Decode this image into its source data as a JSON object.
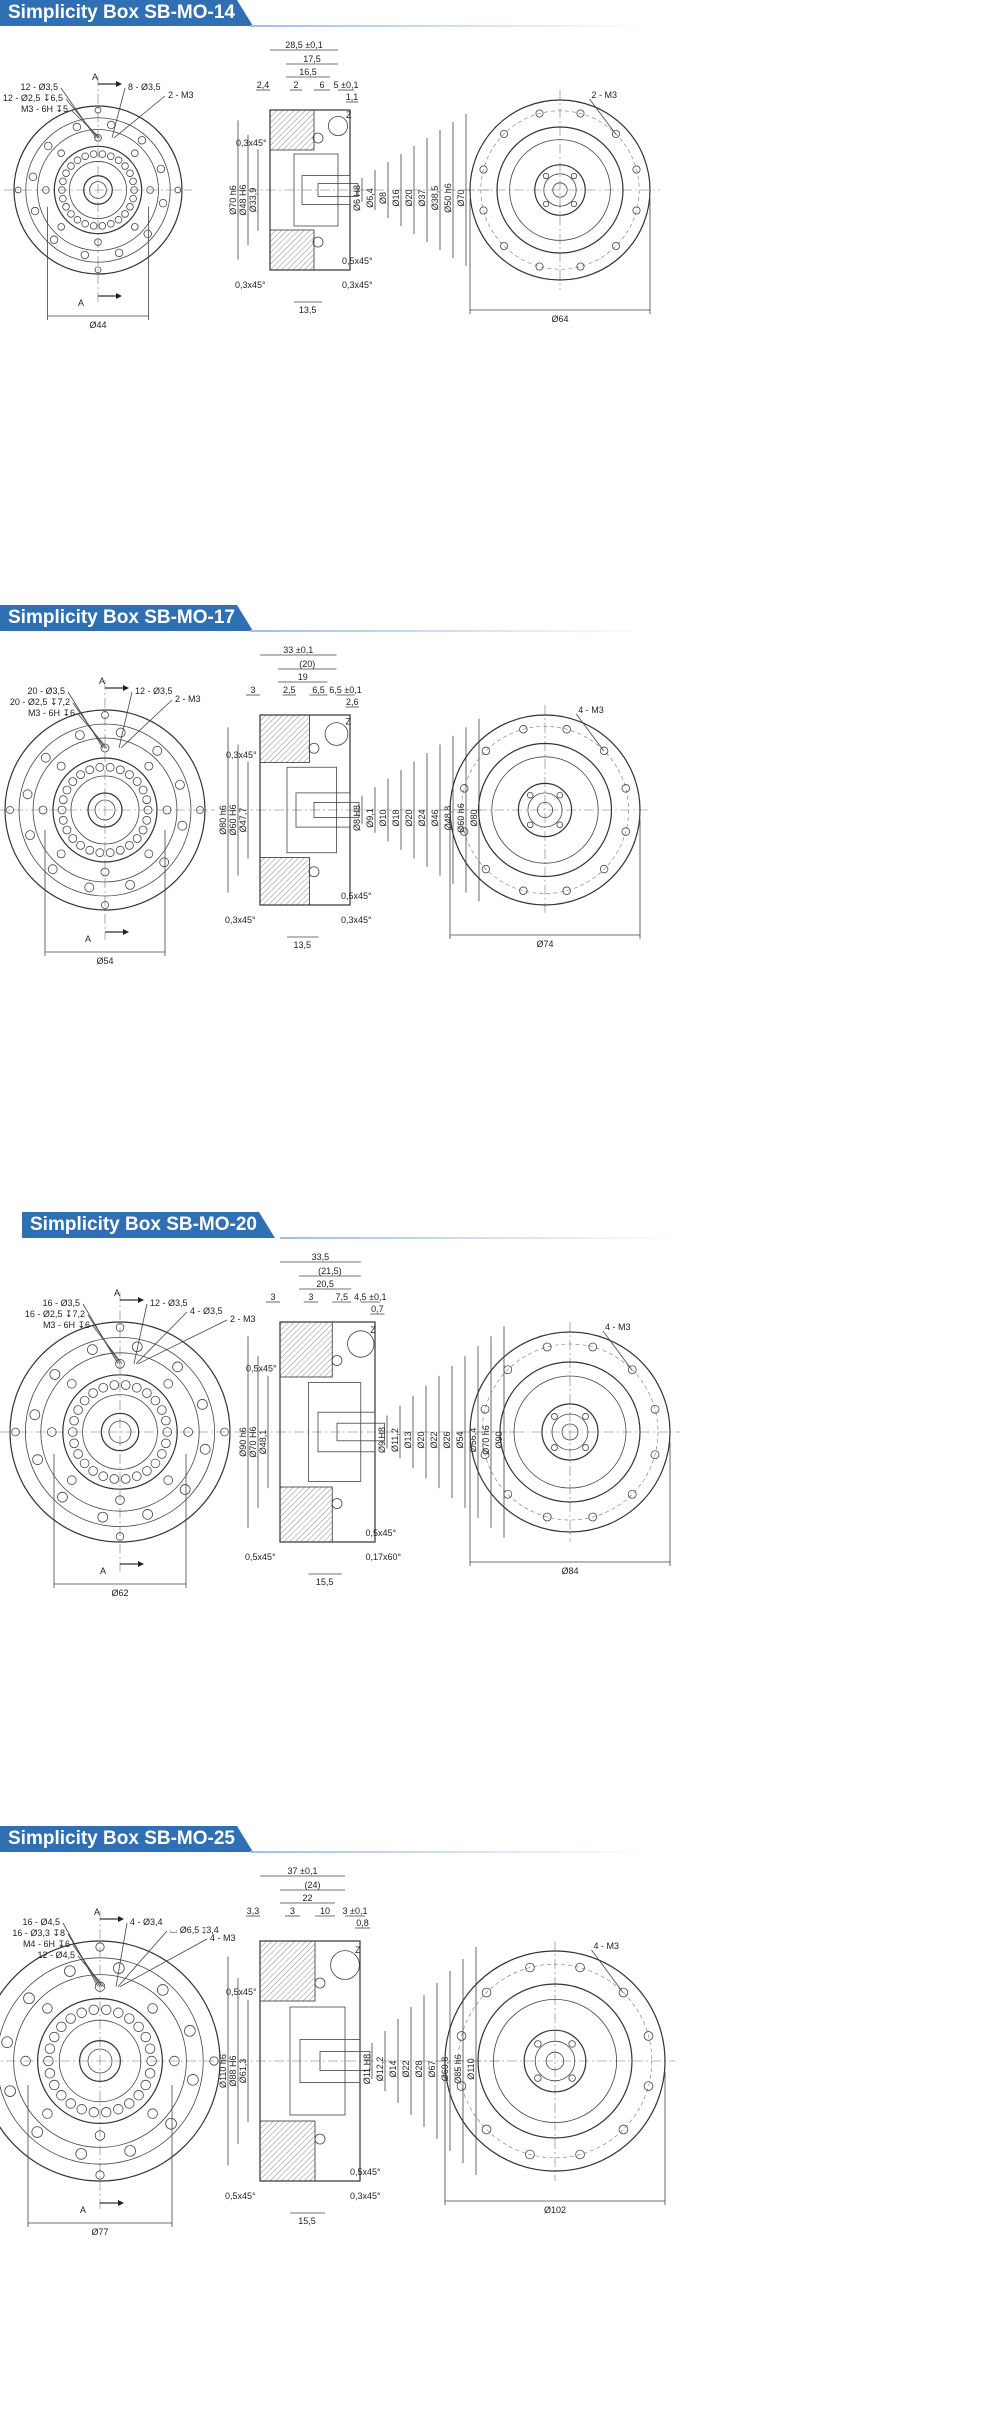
{
  "accent_color": "#2f6fb3",
  "icons": [
    "arrow-a-icon"
  ],
  "sections": [
    {
      "title": "Simplicity Box SB-MO-14",
      "front": {
        "labels": [
          "12 - Ø3,5",
          "12 - Ø2,5 ↧6,5",
          "M3 - 6H ↧5",
          "8 - Ø3,5",
          "2 - M3",
          "A",
          "A"
        ],
        "diameter": "Ø44"
      },
      "side": {
        "top_dims": [
          "28,5 ±0,1",
          "17,5",
          "16,5",
          "2,4",
          "2",
          "6",
          "5 ±0,1",
          "1,1"
        ],
        "left_dims": [
          "0,3x45°",
          "Ø70 h6",
          "Ø48 H6",
          "Ø33,9"
        ],
        "inner_dims": [
          "Ø6 H8",
          "Ø6,4",
          "Ø8",
          "Ø16",
          "Ø20",
          "Ø37",
          "Ø38,5",
          "Ø50 h6",
          "Ø70"
        ],
        "bottom_dims": [
          "0,5x45°",
          "0,3x45°",
          "0,3x45°",
          "13,5"
        ]
      },
      "back": {
        "labels": [
          "2 - M3"
        ],
        "diameter": "Ø64"
      }
    },
    {
      "title": "Simplicity Box SB-MO-17",
      "front": {
        "labels": [
          "20 - Ø3,5",
          "20 - Ø2,5 ↧7,2",
          "M3 - 6H ↧6",
          "12 - Ø3,5",
          "2 - M3",
          "A",
          "A"
        ],
        "diameter": "Ø54"
      },
      "side": {
        "top_dims": [
          "33 ±0,1",
          "(20)",
          "19",
          "3",
          "2,5",
          "6,5",
          "6,5 ±0,1",
          "2,6"
        ],
        "left_dims": [
          "0,3x45°",
          "Ø80 h6",
          "Ø60 H6",
          "Ø47,7"
        ],
        "inner_dims": [
          "Ø8 H8",
          "Ø9,1",
          "Ø10",
          "Ø18",
          "Ø20",
          "Ø24",
          "Ø46",
          "Ø48,8",
          "Ø60 h6",
          "Ø80"
        ],
        "bottom_dims": [
          "0,5x45°",
          "0,3x45°",
          "0,3x45°",
          "13,5"
        ]
      },
      "back": {
        "labels": [
          "4 - M3"
        ],
        "diameter": "Ø74"
      }
    },
    {
      "title": "Simplicity Box SB-MO-20",
      "front": {
        "labels": [
          "16 - Ø3,5",
          "16 - Ø2,5 ↧7,2",
          "M3 - 6H ↧6",
          "12 - Ø3,5",
          "4 - Ø3,5",
          "2 - M3",
          "A",
          "A"
        ],
        "diameter": "Ø62"
      },
      "side": {
        "top_dims": [
          "33,5",
          "(21,5)",
          "20,5",
          "3",
          "3",
          "7,5",
          "4,5 ±0,1",
          "0,7"
        ],
        "left_dims": [
          "0,5x45°",
          "Ø90 h6",
          "Ø70 H6",
          "Ø48,1"
        ],
        "inner_dims": [
          "Ø9 H8",
          "Ø11,2",
          "Ø13",
          "Ø20",
          "Ø22",
          "Ø26",
          "Ø54",
          "Ø56,4",
          "Ø70 h6",
          "Ø90"
        ],
        "bottom_dims": [
          "0,5x45°",
          "0,5x45°",
          "0,17x60°",
          "15,5"
        ]
      },
      "back": {
        "labels": [
          "4 - M3"
        ],
        "diameter": "Ø84"
      }
    },
    {
      "title": "Simplicity Box SB-MO-25",
      "front": {
        "labels": [
          "16 - Ø4,5",
          "16 - Ø3,3 ↧8",
          "M4 - 6H ↧6",
          "12 - Ø4,5",
          "4 - Ø3,4",
          "⌴ Ø6,5 ↧3,4",
          "4 - M3",
          "A",
          "A"
        ],
        "diameter": "Ø77"
      },
      "side": {
        "top_dims": [
          "37 ±0,1",
          "(24)",
          "22",
          "3,3",
          "3",
          "10",
          "3 ±0,1",
          "0,8"
        ],
        "left_dims": [
          "0,5x45°",
          "Ø110 h6",
          "Ø88 H6",
          "Ø61,3"
        ],
        "inner_dims": [
          "Ø11 H8",
          "Ø12,2",
          "Ø14",
          "Ø22",
          "Ø28",
          "Ø67",
          "Ø69,8",
          "Ø85 h6",
          "Ø110"
        ],
        "bottom_dims": [
          "0,5x45°",
          "0,5x45°",
          "0,3x45°",
          "15,5"
        ]
      },
      "back": {
        "labels": [
          "4 - M3"
        ],
        "diameter": "Ø102"
      }
    }
  ]
}
